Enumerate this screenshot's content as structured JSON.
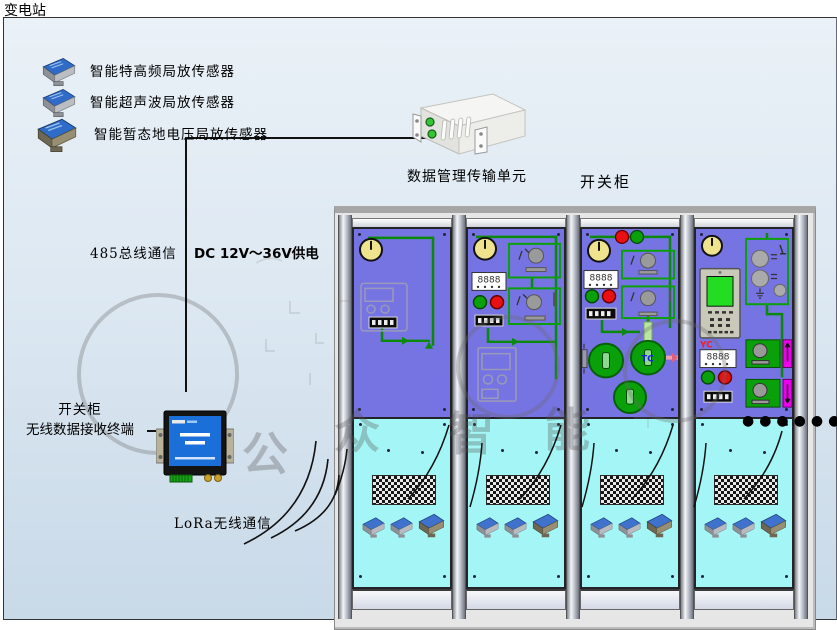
{
  "title": "变电站",
  "legend": {
    "items": [
      {
        "label": "智能特高频局放传感器",
        "type": "uhf-pd-sensor"
      },
      {
        "label": "智能超声波局放传感器",
        "type": "ultrasonic-pd-sensor"
      },
      {
        "label": "智能暂态地电压局放传感器",
        "type": "tev-pd-sensor"
      }
    ]
  },
  "data_unit": {
    "label": "数据管理传输单元"
  },
  "cabinet": {
    "label": "开关柜",
    "panel_count": 4,
    "more_indicator": "●●●●●●"
  },
  "connections": {
    "bus_label": "485总线通信",
    "power_label": "DC 12V～36V供电",
    "lora_label": "LoRa无线通信"
  },
  "receiver": {
    "label_line1": "开关柜",
    "label_line2": "无线数据接收终端"
  },
  "mimic": {
    "display_digits": "8888",
    "tc_blue": "TC",
    "yc_red": "YC"
  },
  "watermark": {
    "chars": [
      "公",
      "众",
      "智",
      "能"
    ]
  },
  "colors": {
    "panel_purple": "#7673e3",
    "panel_cyan": "#a4f6f6",
    "wire_green": "#0a8a0a",
    "gauge_yellow": "#efe48d",
    "indicator_red": "#e81010",
    "indicator_green": "#0aa00a",
    "magenta_module": "#ee00ee",
    "receiver_screen_blue": "#1b6fd8",
    "background_blue": "#dde8f2"
  }
}
